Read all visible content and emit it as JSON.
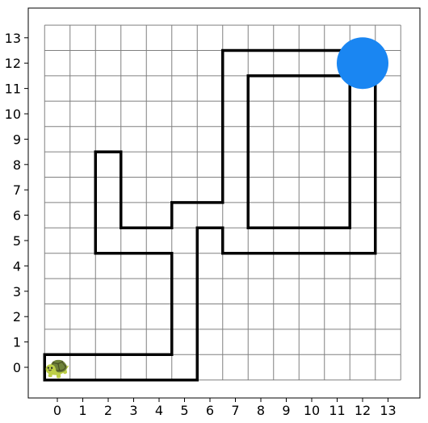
{
  "board": {
    "x_ticks": [
      "0",
      "1",
      "2",
      "3",
      "4",
      "5",
      "6",
      "7",
      "8",
      "9",
      "10",
      "11",
      "12",
      "13"
    ],
    "y_ticks": [
      "0",
      "1",
      "2",
      "3",
      "4",
      "5",
      "6",
      "7",
      "8",
      "9",
      "10",
      "11",
      "12",
      "13"
    ],
    "grid_columns": 14,
    "grid_rows": 14,
    "grid_color": "#808080",
    "wall_color": "#000000",
    "turtle_icon": "turtle-icon",
    "turtle_emoji": "🐢",
    "turtle_cell": [
      0,
      0
    ],
    "goal_cell": [
      12,
      12
    ],
    "goal_color": "#1a86f2",
    "walls": [
      [
        [
          -0.5,
          -0.5
        ],
        [
          5.5,
          -0.5
        ],
        [
          5.5,
          5.5
        ],
        [
          6.5,
          5.5
        ],
        [
          6.5,
          4.5
        ],
        [
          12.5,
          4.5
        ],
        [
          12.5,
          12.5
        ],
        [
          6.5,
          12.5
        ],
        [
          6.5,
          6.5
        ],
        [
          4.5,
          6.5
        ],
        [
          4.5,
          5.5
        ],
        [
          2.5,
          5.5
        ],
        [
          2.5,
          8.5
        ],
        [
          1.5,
          8.5
        ],
        [
          1.5,
          4.5
        ],
        [
          4.5,
          4.5
        ],
        [
          4.5,
          0.5
        ],
        [
          -0.5,
          0.5
        ],
        [
          -0.5,
          -0.5
        ]
      ],
      [
        [
          7.5,
          5.5
        ],
        [
          11.5,
          5.5
        ],
        [
          11.5,
          11.5
        ],
        [
          7.5,
          11.5
        ],
        [
          7.5,
          5.5
        ]
      ]
    ]
  }
}
